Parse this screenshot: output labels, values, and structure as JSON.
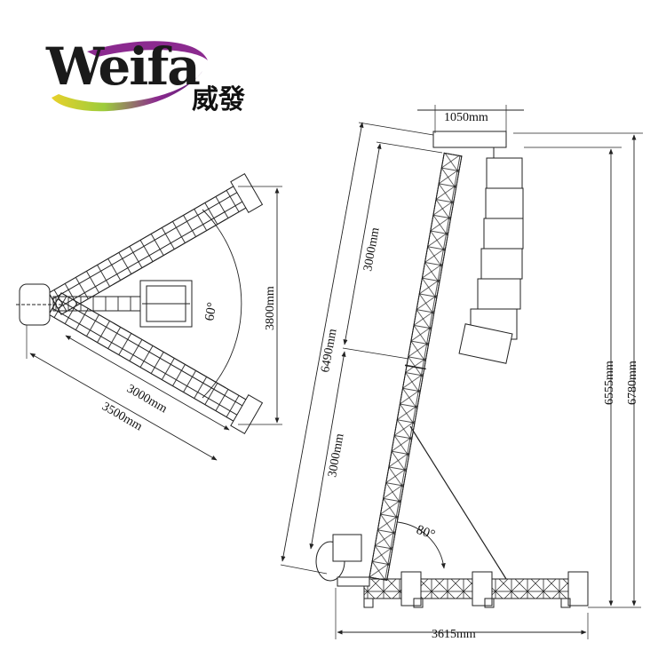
{
  "brand": {
    "name": "Weifa",
    "chinese": "威發"
  },
  "plan_view": {
    "angle_label": "60°",
    "width_label": "3800mm",
    "inner_length_label": "3000mm",
    "outer_length_label": "3500mm"
  },
  "side_view": {
    "top_width_label": "1050mm",
    "upper_truss_label": "3000mm",
    "lower_truss_label": "3000mm",
    "diagonal_label": "6490mm",
    "angle_label": "80°",
    "speaker_height_label": "6555mm",
    "total_height_label": "6780mm",
    "base_width_label": "3615mm"
  },
  "colors": {
    "line": "#222222",
    "swoosh_purple": "#8b2a8f",
    "swoosh_green": "#9ccc3b",
    "swoosh_yellow": "#e8d12b"
  }
}
